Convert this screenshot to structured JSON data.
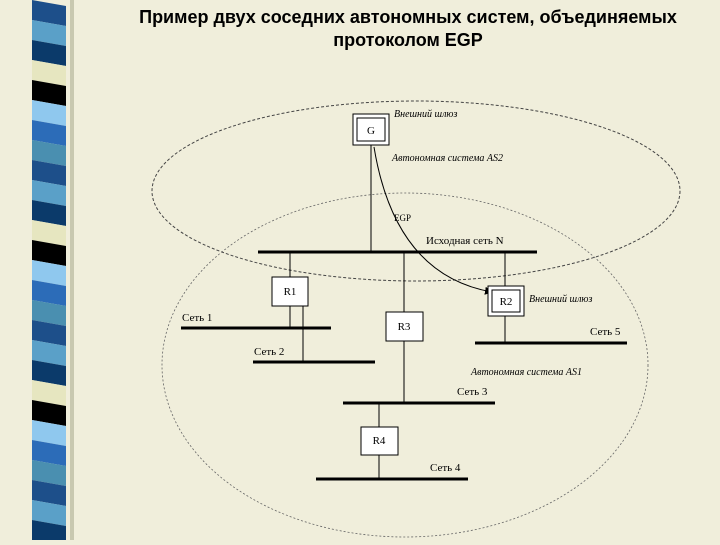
{
  "title": "Пример двух соседних автономных систем, объединяемых протоколом EGP",
  "colors": {
    "background": "#f0eedb",
    "stripes": [
      "#1d4f8a",
      "#5aa0c8",
      "#0b3a6a",
      "#e6e6c0",
      "#000000",
      "#8fc8ee",
      "#2c6cb8",
      "#4a8fb0"
    ]
  },
  "diagram": {
    "routers": {
      "g": "G",
      "r1": "R1",
      "r2": "R2",
      "r3": "R3",
      "r4": "R4"
    },
    "labels": {
      "external_gateway_top": "Внешний шлюз",
      "as2": "Автономная система AS2",
      "egp": "EGP",
      "source_net": "Исходная сеть N",
      "external_gateway_right": "Внешний шлюз",
      "net1": "Сеть 1",
      "net2": "Сеть 2",
      "net3": "Сеть 3",
      "net4": "Сеть 4",
      "net5": "Сеть 5",
      "as1": "Автономная система AS1"
    }
  }
}
